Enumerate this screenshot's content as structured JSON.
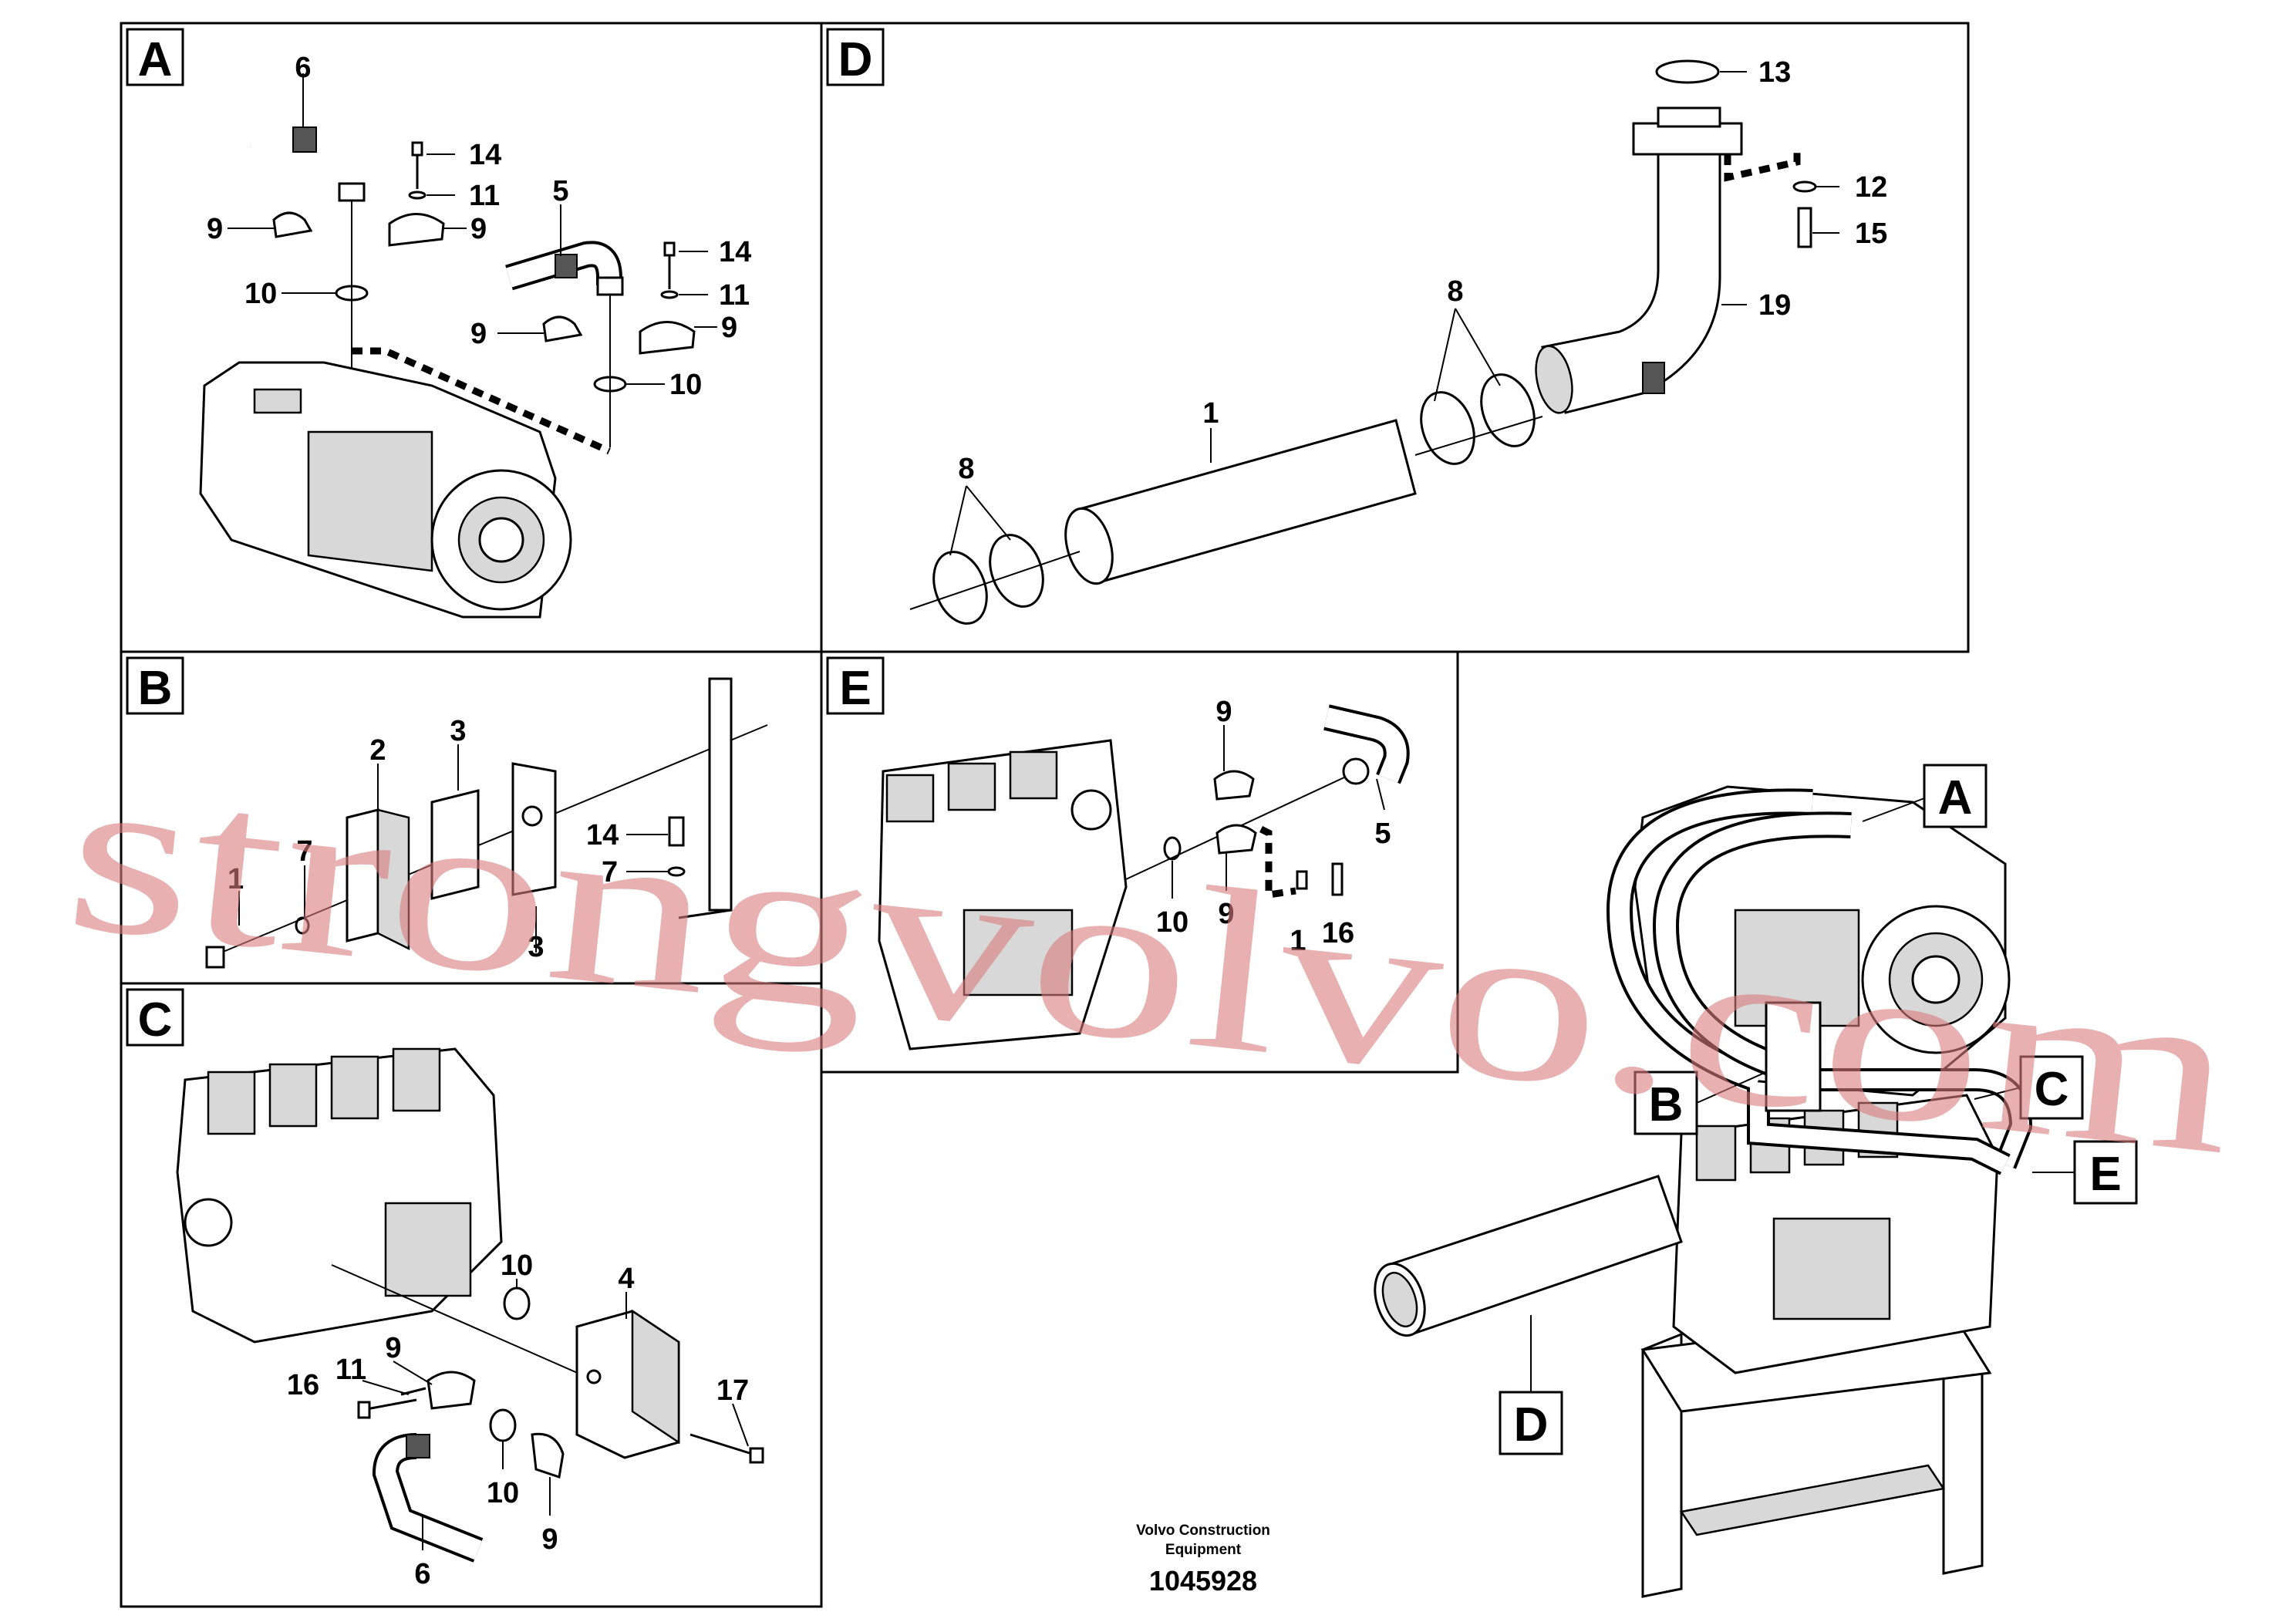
{
  "panels": {
    "A": {
      "letter": "A",
      "callouts": [
        "6",
        "14",
        "11",
        "9",
        "9",
        "5",
        "14",
        "11",
        "10",
        "9",
        "9",
        "10"
      ]
    },
    "B": {
      "letter": "B",
      "callouts": [
        "2",
        "3",
        "7",
        "1",
        "14",
        "7",
        "3"
      ]
    },
    "C": {
      "letter": "C",
      "callouts": [
        "10",
        "4",
        "9",
        "11",
        "16",
        "17",
        "10",
        "9",
        "6"
      ]
    },
    "D": {
      "letter": "D",
      "callouts": [
        "13",
        "12",
        "15",
        "19",
        "8",
        "1",
        "8"
      ]
    },
    "E": {
      "letter": "E",
      "callouts": [
        "9",
        "5",
        "9",
        "10",
        "1",
        "16"
      ]
    }
  },
  "overview": {
    "labels": [
      "A",
      "B",
      "C",
      "E",
      "D"
    ]
  },
  "footer": {
    "company_line1": "Volvo Construction",
    "company_line2": "Equipment",
    "drawing_number": "1045928"
  },
  "watermark": {
    "text": "strongvolvo.com",
    "color": "#d97b7b"
  }
}
